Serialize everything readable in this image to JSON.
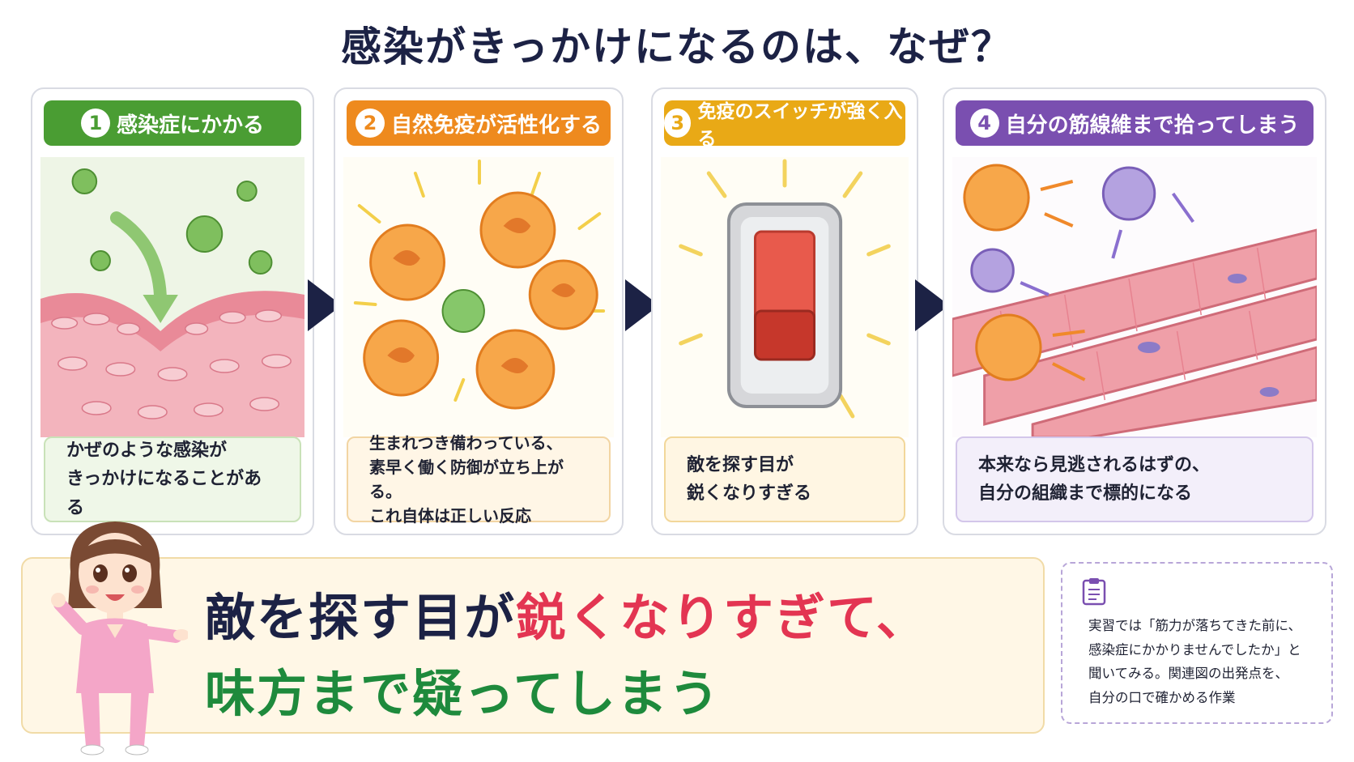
{
  "title": "感染がきっかけになるのは、なぜ？",
  "colors": {
    "navy": "#1c2245",
    "step1": "#4a9d33",
    "step2": "#ee8a1e",
    "step3": "#e9a916",
    "step4": "#7a4fb0",
    "red": "#e33552",
    "green": "#1e8a3c"
  },
  "steps": [
    {
      "num": "1",
      "label": "感染症にかかる",
      "caption": [
        "かぜのような感染が",
        "きっかけになることがある"
      ]
    },
    {
      "num": "2",
      "label": "自然免疫が活性化する",
      "caption": [
        "生まれつき備わっている、",
        "素早く働く防御が立ち上がる。",
        "これ自体は正しい反応"
      ]
    },
    {
      "num": "3",
      "label": "免疫のスイッチが強く入る",
      "caption": [
        "敵を探す目が",
        "鋭くなりすぎる"
      ]
    },
    {
      "num": "4",
      "label": "自分の筋線維まで拾ってしまう",
      "caption": [
        "本来なら見逃されるはずの、",
        "自分の組織まで標的になる"
      ]
    }
  ],
  "banner": {
    "line1_a": "敵を探す目が",
    "line1_b": "鋭くなりすぎて、",
    "line2": "味方まで疑ってしまう"
  },
  "note": {
    "icon": "clipboard-icon",
    "lines": [
      "実習では「筋力が落ちてきた前に、",
      "感染症にかかりませんでしたか」と",
      "聞いてみる。関連図の出発点を、",
      "自分の口で確かめる作業"
    ]
  }
}
